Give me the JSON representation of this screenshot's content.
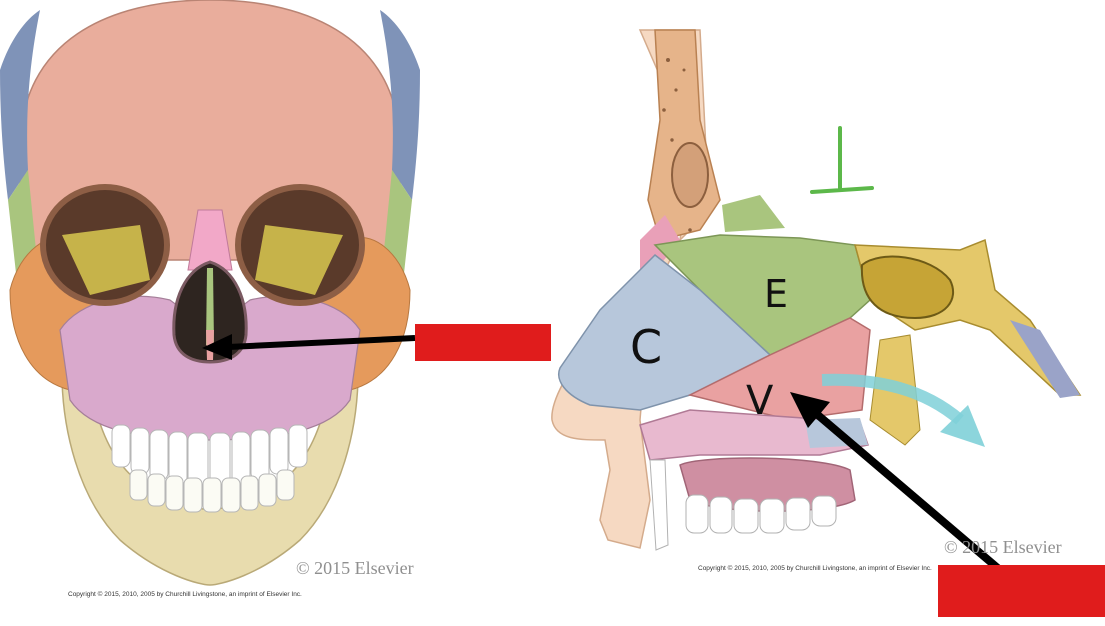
{
  "colors": {
    "frontal": "#e9ad9c",
    "parietal": "#7f93b8",
    "zygomatic": "#e59a5c",
    "maxilla": "#d9a9cc",
    "mandible": "#e8dcae",
    "nasal": "#f2a8c8",
    "nasal_cartilage": "#b7c7db",
    "ethmoid": "#a9c57e",
    "vomer": "#e9a1a1",
    "sphenoid": "#d8c05a",
    "bone_spongy": "#e6b48a",
    "label_box": "#e01c1c",
    "arrow": "#000000",
    "airflow": "#7fd0d8",
    "handwriting_green": "#5cb84a"
  },
  "icons": {
    "airflow": "airflow-arrow-icon",
    "pointer": "black-arrow-icon"
  },
  "watermarks": {
    "left": "© 2015 Elsevier",
    "right": "© 2015 Elsevier"
  },
  "copyrights": {
    "left": "Copyright © 2015, 2010, 2005 by Churchill Livingstone, an imprint of Elsevier Inc.",
    "right": "Copyright © 2015, 2010, 2005 by Churchill Livingstone, an imprint of Elsevier Inc."
  },
  "handwriting": {
    "c": "C",
    "e": "E",
    "v": "V"
  }
}
